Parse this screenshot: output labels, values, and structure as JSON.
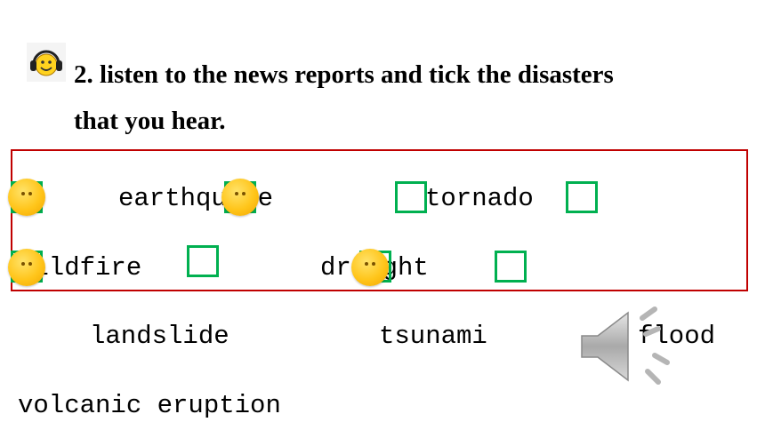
{
  "instruction": {
    "line1": "2. listen to the news reports and tick the disasters",
    "line2": "that you hear."
  },
  "words": {
    "earthquake": "earthquake",
    "tornado": "tornado",
    "wildfire": "wildfire",
    "drought": "drought",
    "landslide": "landslide",
    "tsunami": "tsunami",
    "flood": "flood",
    "volcanic_eruption": "volcanic eruption"
  },
  "icons": {
    "listening": "headphones-smiley-icon",
    "marker": "smiley-face-icon",
    "audio": "speaker-icon"
  },
  "colors": {
    "box_border": "#c00000",
    "checkbox_border": "#00b050",
    "marker": "#ffc51a"
  }
}
